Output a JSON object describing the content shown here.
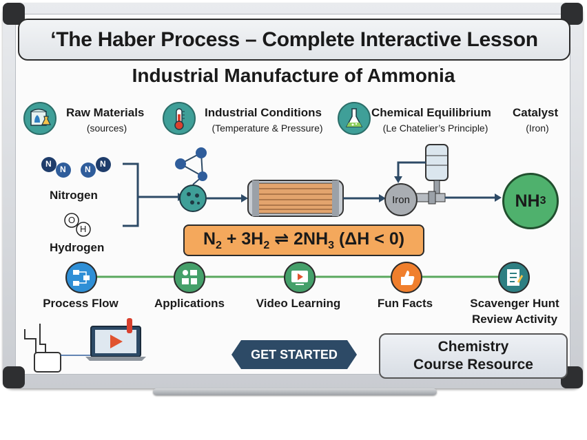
{
  "header": {
    "title": "‘The Haber Process – Complete Interactive Lesson",
    "subtitle": "Industrial Manufacture of Ammonia"
  },
  "categories": [
    {
      "title": "Raw Materials",
      "sub": "(sources)",
      "icon": "factory-icon"
    },
    {
      "title": "Industrial Conditions",
      "sub": "(Temperature & Pressure)",
      "icon": "thermometer-icon"
    },
    {
      "title": "Chemical Equilibrium",
      "sub": "(Le Chatelier’s Principle)",
      "icon": "flask-icon"
    },
    {
      "title": "Catalyst",
      "sub": "(Iron)",
      "icon": ""
    }
  ],
  "process": {
    "nitrogen_label": "Nitrogen",
    "hydrogen_label": "Hydrogen",
    "n_atom": "N",
    "o_atom": "O",
    "h_atom": "H",
    "catalyst_label": "Iron",
    "product_main": "NH",
    "product_sub": "3",
    "equation": {
      "n": "N",
      "n_sub": "2",
      "plus": " + 3H",
      "h_sub": "2",
      "arrow": " ⇌ ",
      "prod": "2NH",
      "prod_sub": "3",
      "dh": " (ΔH < 0)"
    }
  },
  "nav": [
    {
      "label": "Process Flow",
      "color": "#2f8fd6",
      "icon": "flowchart-icon"
    },
    {
      "label": "Applications",
      "color": "#45a06a",
      "icon": "applications-icon"
    },
    {
      "label": "Video Learning",
      "color": "#45a06a",
      "icon": "video-icon"
    },
    {
      "label": "Fun Facts",
      "color": "#f07f2d",
      "icon": "thumbs-up-icon"
    },
    {
      "label": "Scavenger Hunt",
      "label2": "Review Activity",
      "color": "#2e7f82",
      "icon": "checklist-icon"
    }
  ],
  "cta": {
    "label": "GET STARTED"
  },
  "course": {
    "line1": "Chemistry",
    "line2": "Course Resource"
  },
  "colors": {
    "teal": "#3f9f98",
    "orange": "#f4a85c",
    "green_line": "#5aa85e",
    "navy": "#2d4a66",
    "product": "#4fb16d"
  }
}
